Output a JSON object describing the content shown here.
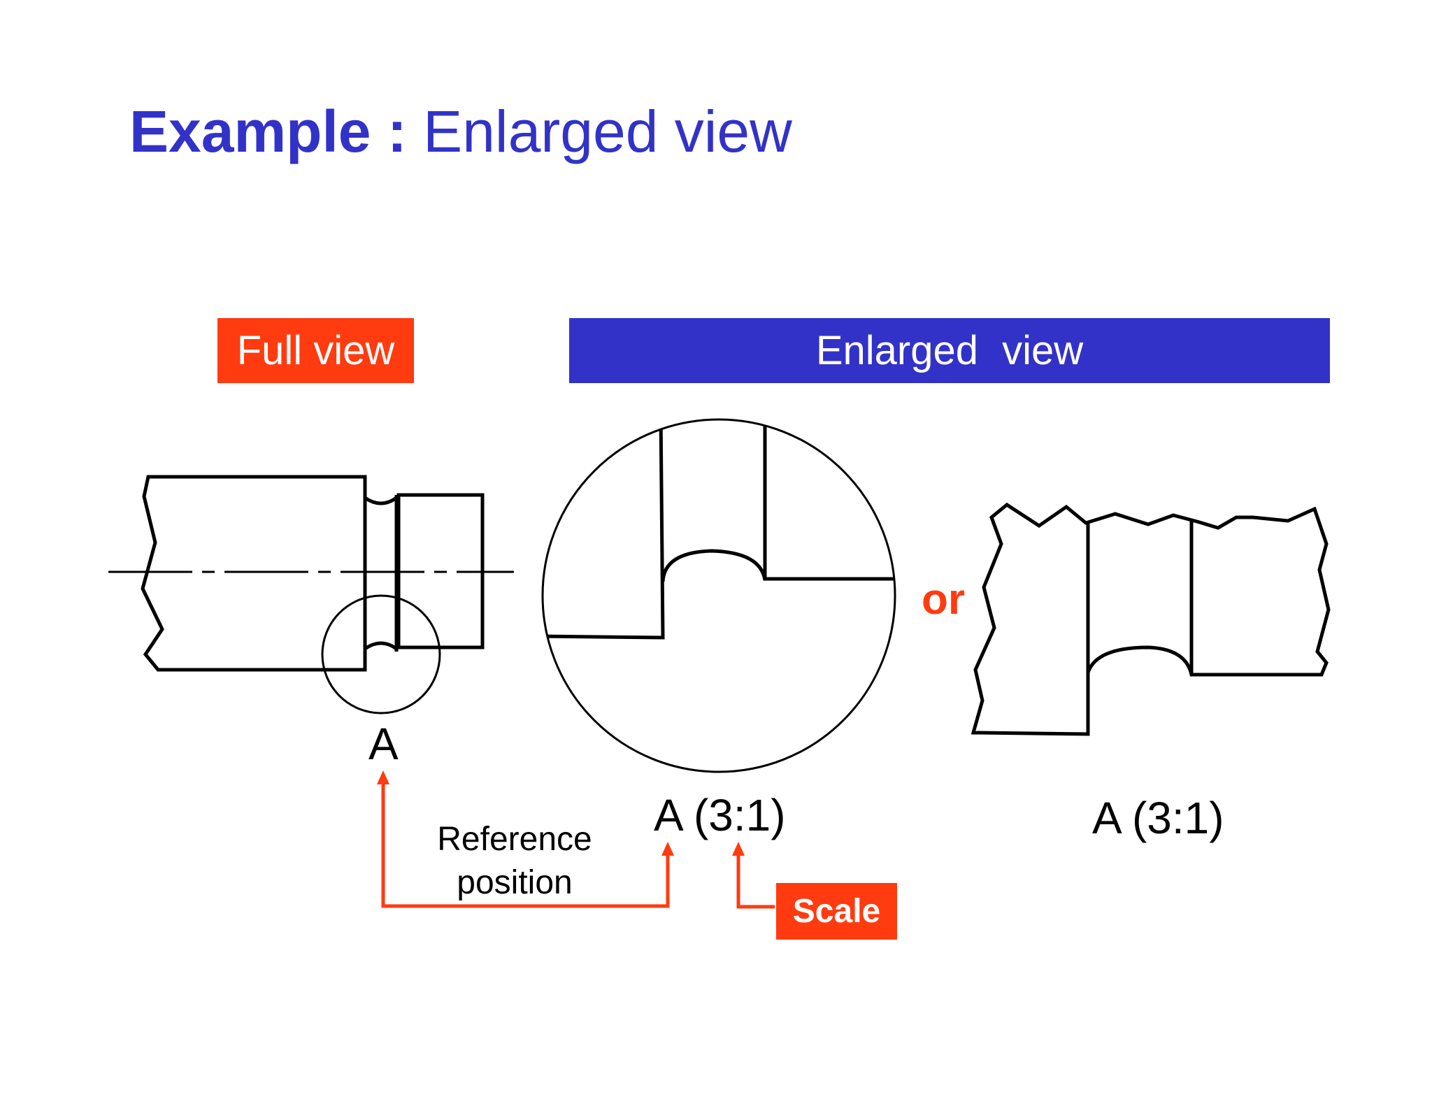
{
  "title": {
    "bold": "Example :",
    "regular": "Enlarged view"
  },
  "labels": {
    "full_view": "Full view",
    "enlarged_view": "Enlarged  view",
    "or": "or",
    "a": "A",
    "a_scale_middle": "A (3:1)",
    "a_scale_right": "A (3:1)",
    "reference_line1": "Reference",
    "reference_line2": "position",
    "scale": "Scale"
  },
  "colors": {
    "title_blue": "#3232c8",
    "accent_red": "#ff3b0f",
    "line": "#000000"
  }
}
